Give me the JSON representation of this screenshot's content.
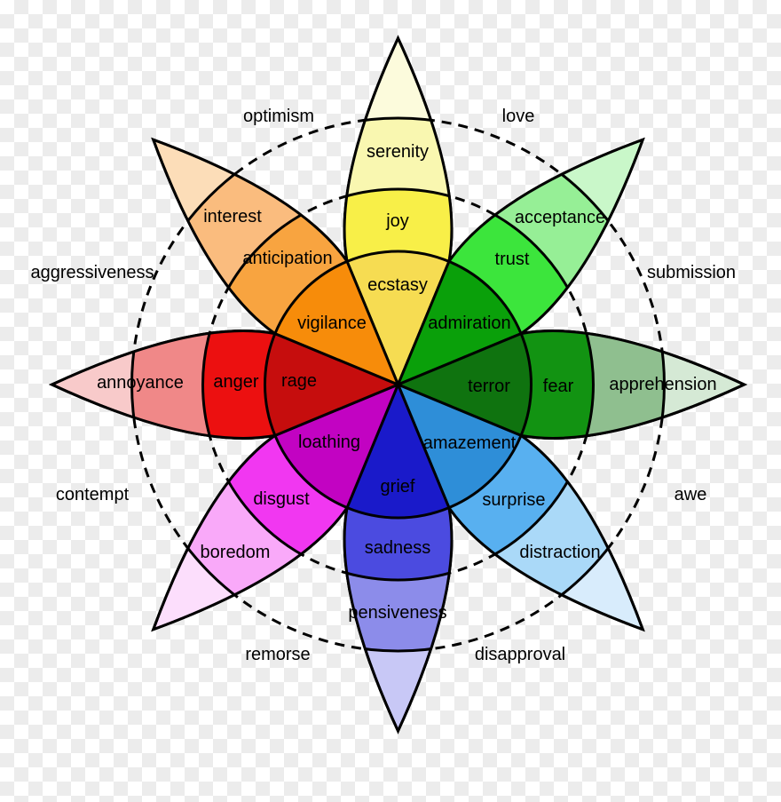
{
  "diagram": "plutchik-wheel-of-emotions",
  "outline_color": "#000000",
  "background": {
    "checker_light": "#ffffff",
    "checker_dark": "#ececec"
  },
  "petals": [
    {
      "direction": "north",
      "labels": {
        "mild": "serenity",
        "basic": "joy",
        "intense": "ecstasy"
      },
      "colors": {
        "tip": "#FCFBDC",
        "mild": "#F9F7B0",
        "basic": "#F8EF48",
        "intense": "#F6DC52"
      }
    },
    {
      "direction": "north-east",
      "labels": {
        "mild": "acceptance",
        "basic": "trust",
        "intense": "admiration"
      },
      "colors": {
        "tip": "#C9F7C9",
        "mild": "#96EF96",
        "basic": "#3CE53C",
        "intense": "#0AA00A"
      }
    },
    {
      "direction": "east",
      "labels": {
        "mild": "apprehension",
        "basic": "fear",
        "intense": "terror"
      },
      "colors": {
        "tip": "#D5E9D5",
        "mild": "#8FBF8F",
        "basic": "#129312",
        "intense": "#0F730F"
      }
    },
    {
      "direction": "south-east",
      "labels": {
        "mild": "distraction",
        "basic": "surprise",
        "intense": "amazement"
      },
      "colors": {
        "tip": "#D8ECFC",
        "mild": "#AAD9F8",
        "basic": "#58B0F0",
        "intense": "#2E8ED8"
      }
    },
    {
      "direction": "south",
      "labels": {
        "mild": "pensiveness",
        "basic": "sadness",
        "intense": "grief"
      },
      "colors": {
        "tip": "#C8C8F6",
        "mild": "#8C8CEA",
        "basic": "#4B4BE0",
        "intense": "#1A1ACA"
      }
    },
    {
      "direction": "south-west",
      "labels": {
        "mild": "boredom",
        "basic": "disgust",
        "intense": "loathing"
      },
      "colors": {
        "tip": "#FCDEFC",
        "mild": "#F9A9F9",
        "basic": "#F137F1",
        "intense": "#C203C2"
      }
    },
    {
      "direction": "west",
      "labels": {
        "mild": "annoyance",
        "basic": "anger",
        "intense": "rage"
      },
      "colors": {
        "tip": "#F8CACA",
        "mild": "#F08888",
        "basic": "#EC1010",
        "intense": "#C60D0D"
      }
    },
    {
      "direction": "north-west",
      "labels": {
        "mild": "interest",
        "basic": "anticipation",
        "intense": "vigilance"
      },
      "colors": {
        "tip": "#FCDDB8",
        "mild": "#FABC7E",
        "basic": "#F8A440",
        "intense": "#F78C0A"
      }
    }
  ],
  "dyads": [
    {
      "label": "optimism"
    },
    {
      "label": "love"
    },
    {
      "label": "submission"
    },
    {
      "label": "awe"
    },
    {
      "label": "disapproval"
    },
    {
      "label": "remorse"
    },
    {
      "label": "contempt"
    },
    {
      "label": "aggressiveness"
    }
  ]
}
